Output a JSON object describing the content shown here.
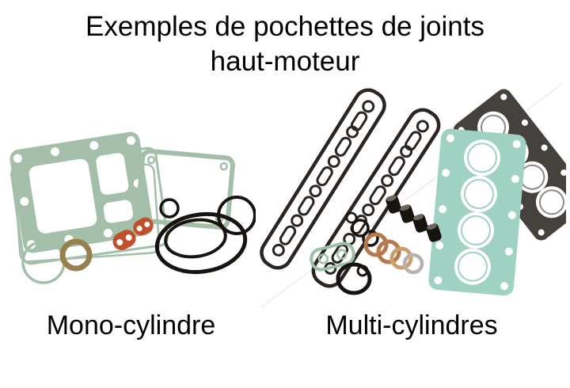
{
  "title": {
    "line1": "Exemples de pochettes de joints",
    "line2": "haut-moteur"
  },
  "figures": [
    {
      "label": "Mono-cylindre"
    },
    {
      "label": "Multi-cylindres"
    }
  ],
  "colors": {
    "background": "#ffffff",
    "text": "#000000",
    "gasket_green": "#a4bfa9",
    "gasket_green_light": "#9cbfa6",
    "gasket_teal": "#9fd2c3",
    "head_gasket_dark": "#45423e",
    "cover_gasket_dark": "#2b2521",
    "oring_black": "#17130f",
    "washer_copper": "#b5794e",
    "washer_copper_light": "#c9a06c",
    "washer_brass": "#96804e",
    "washer_gray": "#b7b2ac",
    "gasket_orange": "#c0502b"
  }
}
